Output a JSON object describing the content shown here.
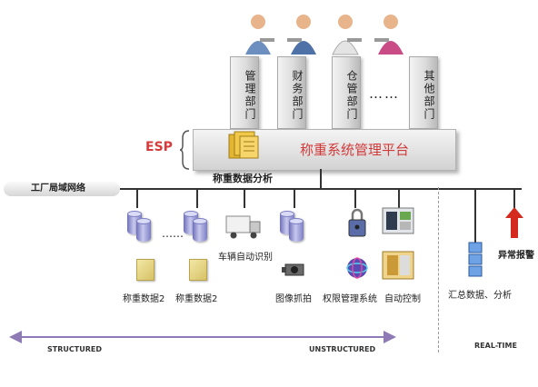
{
  "departments": [
    {
      "label": "管理部门"
    },
    {
      "label": "财务部门"
    },
    {
      "label": "仓管部门"
    },
    {
      "label": "其他部门"
    }
  ],
  "ellipsis": "……",
  "platform": {
    "esp_label": "ESP",
    "title": "称重系统管理平台",
    "subtitle": "称重数据分析"
  },
  "network": {
    "label": "工厂局域网络"
  },
  "nodes": {
    "weigh1": "称重数据2",
    "weigh2": "称重数据2",
    "vehicle": "车辆自动识别",
    "image": "图像抓拍",
    "permission": "权限管理系统",
    "auto": "自动控制",
    "summary": "汇总数据、分析",
    "alarm": "异常报警",
    "ellipsis_small": "……"
  },
  "scale": {
    "left": "STRUCTURED",
    "right": "UNSTRUCTURED",
    "realtime": "REAL-TIME"
  },
  "colors": {
    "accent_red": "#d23a3a",
    "db_blue": "#7c7ec4",
    "scale_purple": "#8e7ab5",
    "alarm_red": "#d42a1e"
  }
}
